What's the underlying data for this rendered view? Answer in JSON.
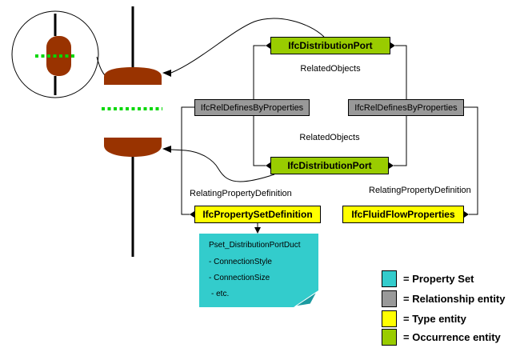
{
  "colors": {
    "occurrence_entity": "#99cc00",
    "relationship_entity": "#999999",
    "type_entity": "#ffff00",
    "property_set": "#33cccc",
    "note_fold": "#1b9aa0",
    "port_fill": "#993300",
    "flow_indicator": "#00d800"
  },
  "boxes": {
    "distribution_port_top": "IfcDistributionPort",
    "rel_defines_left": "IfcRelDefinesByProperties",
    "rel_defines_right": "IfcRelDefinesByProperties",
    "distribution_port_bottom": "IfcDistributionPort",
    "property_set_definition": "IfcPropertySetDefinition",
    "fluid_flow_properties": "IfcFluidFlowProperties"
  },
  "edge_labels": {
    "related_objects_top": "RelatedObjects",
    "related_objects_bottom": "RelatedObjects",
    "relating_property_definition_left": "RelatingPropertyDefinition",
    "relating_property_definition_right": "RelatingPropertyDefinition"
  },
  "note": {
    "title": "Pset_DistributionPortDuct",
    "items": [
      "- ConnectionStyle",
      "- ConnectionSize",
      "- etc."
    ]
  },
  "legend": {
    "items": [
      {
        "color": "#33cccc",
        "label": "= Property Set"
      },
      {
        "color": "#999999",
        "label": "= Relationship entity"
      },
      {
        "color": "#ffff00",
        "label": "= Type entity"
      },
      {
        "color": "#99cc00",
        "label": "= Occurrence entity"
      }
    ]
  }
}
